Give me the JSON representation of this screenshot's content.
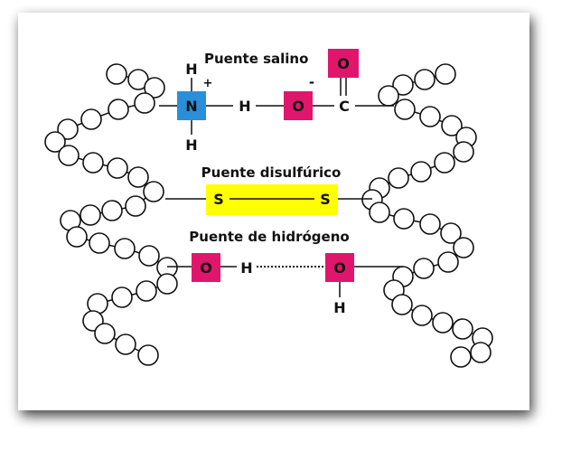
{
  "labels": {
    "salt_bridge": "Puente salino",
    "disulfide": "Puente disulfúrico",
    "hydrogen": "Puente de hidrógeno"
  },
  "atoms": {
    "nitrogen": "N",
    "oxygen": "O",
    "carbon": "C",
    "hydrogen": "H",
    "sulfur": "S"
  },
  "charges": {
    "plus": "+",
    "minus": "-"
  },
  "colors": {
    "nitrogen": "#2a8fd8",
    "oxygen": "#e0166c",
    "sulfur": "#ffff00",
    "line": "#111111",
    "bead": "#ffffff"
  }
}
